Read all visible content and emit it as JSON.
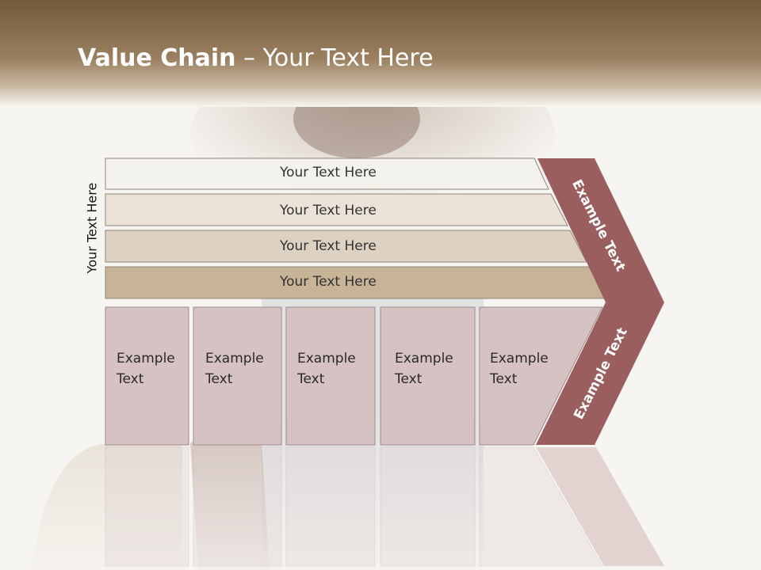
{
  "slide": {
    "title_bold": "Value Chain",
    "title_rest": " – Your Text Here",
    "side_label": "Your Text Here"
  },
  "bars": [
    {
      "label": "Your Text Here",
      "fill": "#f4f2ec"
    },
    {
      "label": "Your Text Here",
      "fill": "#ebe3d8"
    },
    {
      "label": "Your Text Here",
      "fill": "#ddd2c1"
    },
    {
      "label": "Your Text Here",
      "fill": "#c7b396"
    }
  ],
  "boxes": [
    {
      "line1": "Example",
      "line2": "Text"
    },
    {
      "line1": "Example",
      "line2": "Text"
    },
    {
      "line1": "Example",
      "line2": "Text"
    },
    {
      "line1": "Example",
      "line2": "Text"
    },
    {
      "line1": "Example",
      "line2": "Text"
    }
  ],
  "chevron": {
    "upper_text": "Example Text",
    "lower_text": "Example Text",
    "fill": "#9a5e5f"
  },
  "colors": {
    "box_fill": "#d6c2c3",
    "box_stroke": "#a08b8c"
  }
}
